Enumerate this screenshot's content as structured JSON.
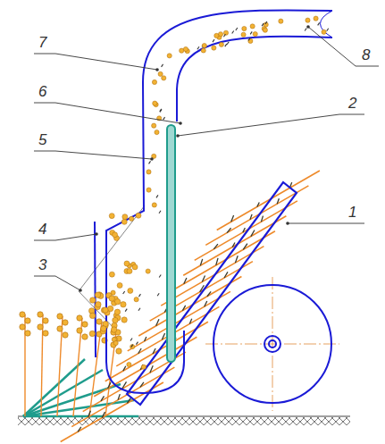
{
  "diagram": {
    "labels": [
      "7",
      "6",
      "5",
      "4",
      "3",
      "2",
      "1",
      "8"
    ]
  }
}
